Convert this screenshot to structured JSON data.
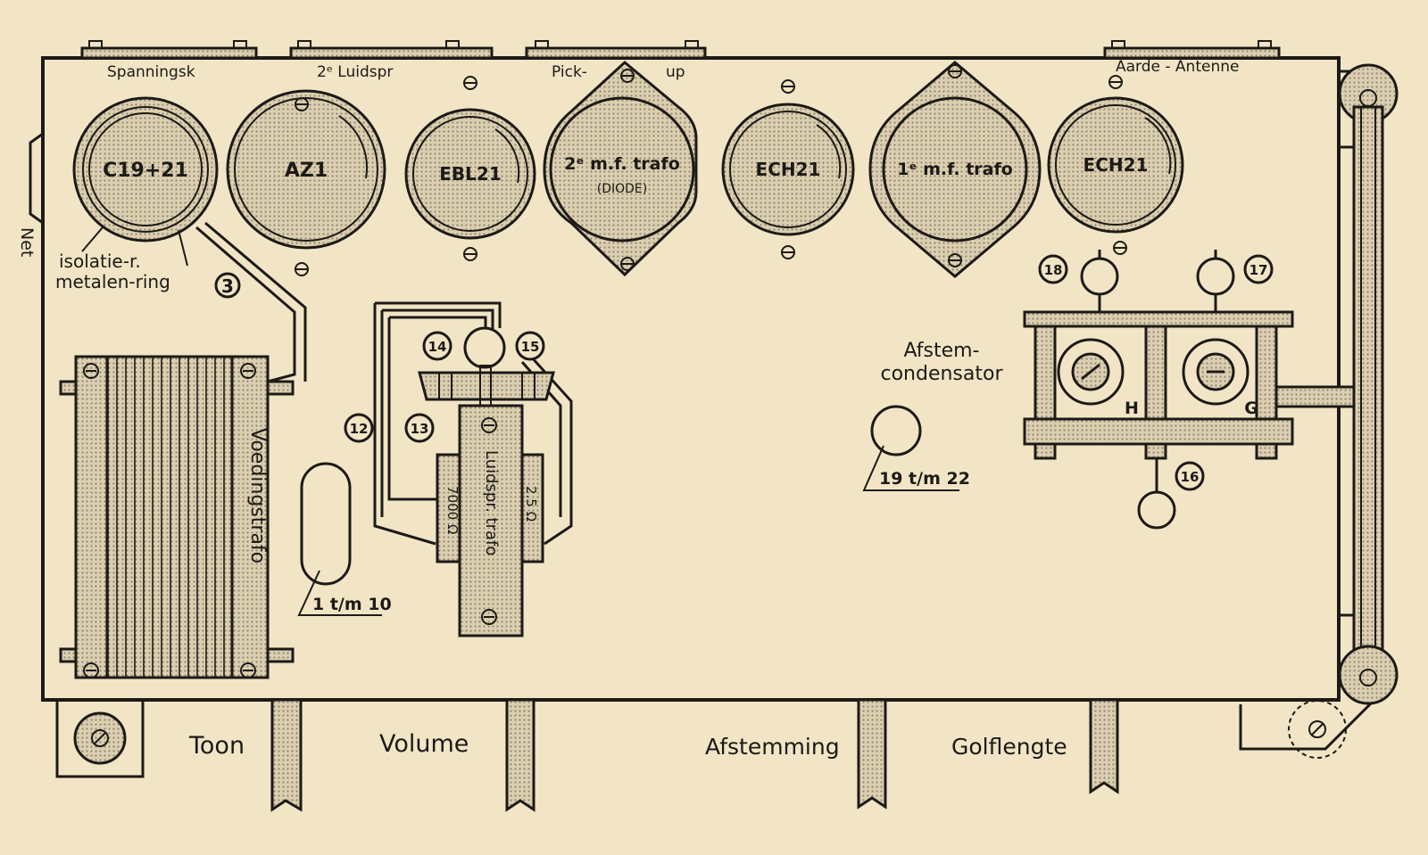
{
  "colors": {
    "paper": "#f1e5c6",
    "ink": "#1d1a16",
    "dots": "#b8ad97"
  },
  "connectors": {
    "spanningsk": "Spanningsk",
    "luidspr2": "2ᵉ Luidspr",
    "pickup_left": "Pick-",
    "pickup_right": "up",
    "aarde_antenne": "Aarde - Antenne",
    "net": "Net"
  },
  "tubes": {
    "c19": "C19+21",
    "az1": "AZ1",
    "ebl21": "EBL21",
    "mf2": "2ᵉ m.f. trafo",
    "mf2_sub": "(DIODE)",
    "ech21_a": "ECH21",
    "mf1": "1ᵉ m.f. trafo",
    "ech21_b": "ECH21"
  },
  "ring_labels": {
    "isolatie": "isolatie-r.",
    "metalen": "metalen-ring"
  },
  "numbers": {
    "n3": "3",
    "n12": "12",
    "n13": "13",
    "n14": "14",
    "n15": "15",
    "n16": "16",
    "n17": "17",
    "n18": "18"
  },
  "ranges": {
    "r1": "1 t/m 10",
    "r2": "19 t/m 22"
  },
  "transformers": {
    "voeding": "Voedingstrafo",
    "luidspr": "Luidspr. trafo",
    "ohm7000": "7000 Ω",
    "ohm25": "2.5 Ω"
  },
  "condenser": {
    "line1": "Afstem-",
    "line2": "condensator",
    "h": "H",
    "g": "G"
  },
  "knobs": {
    "toon": "Toon",
    "volume": "Volume",
    "afstemming": "Afstemming",
    "golflengte": "Golflengte"
  }
}
